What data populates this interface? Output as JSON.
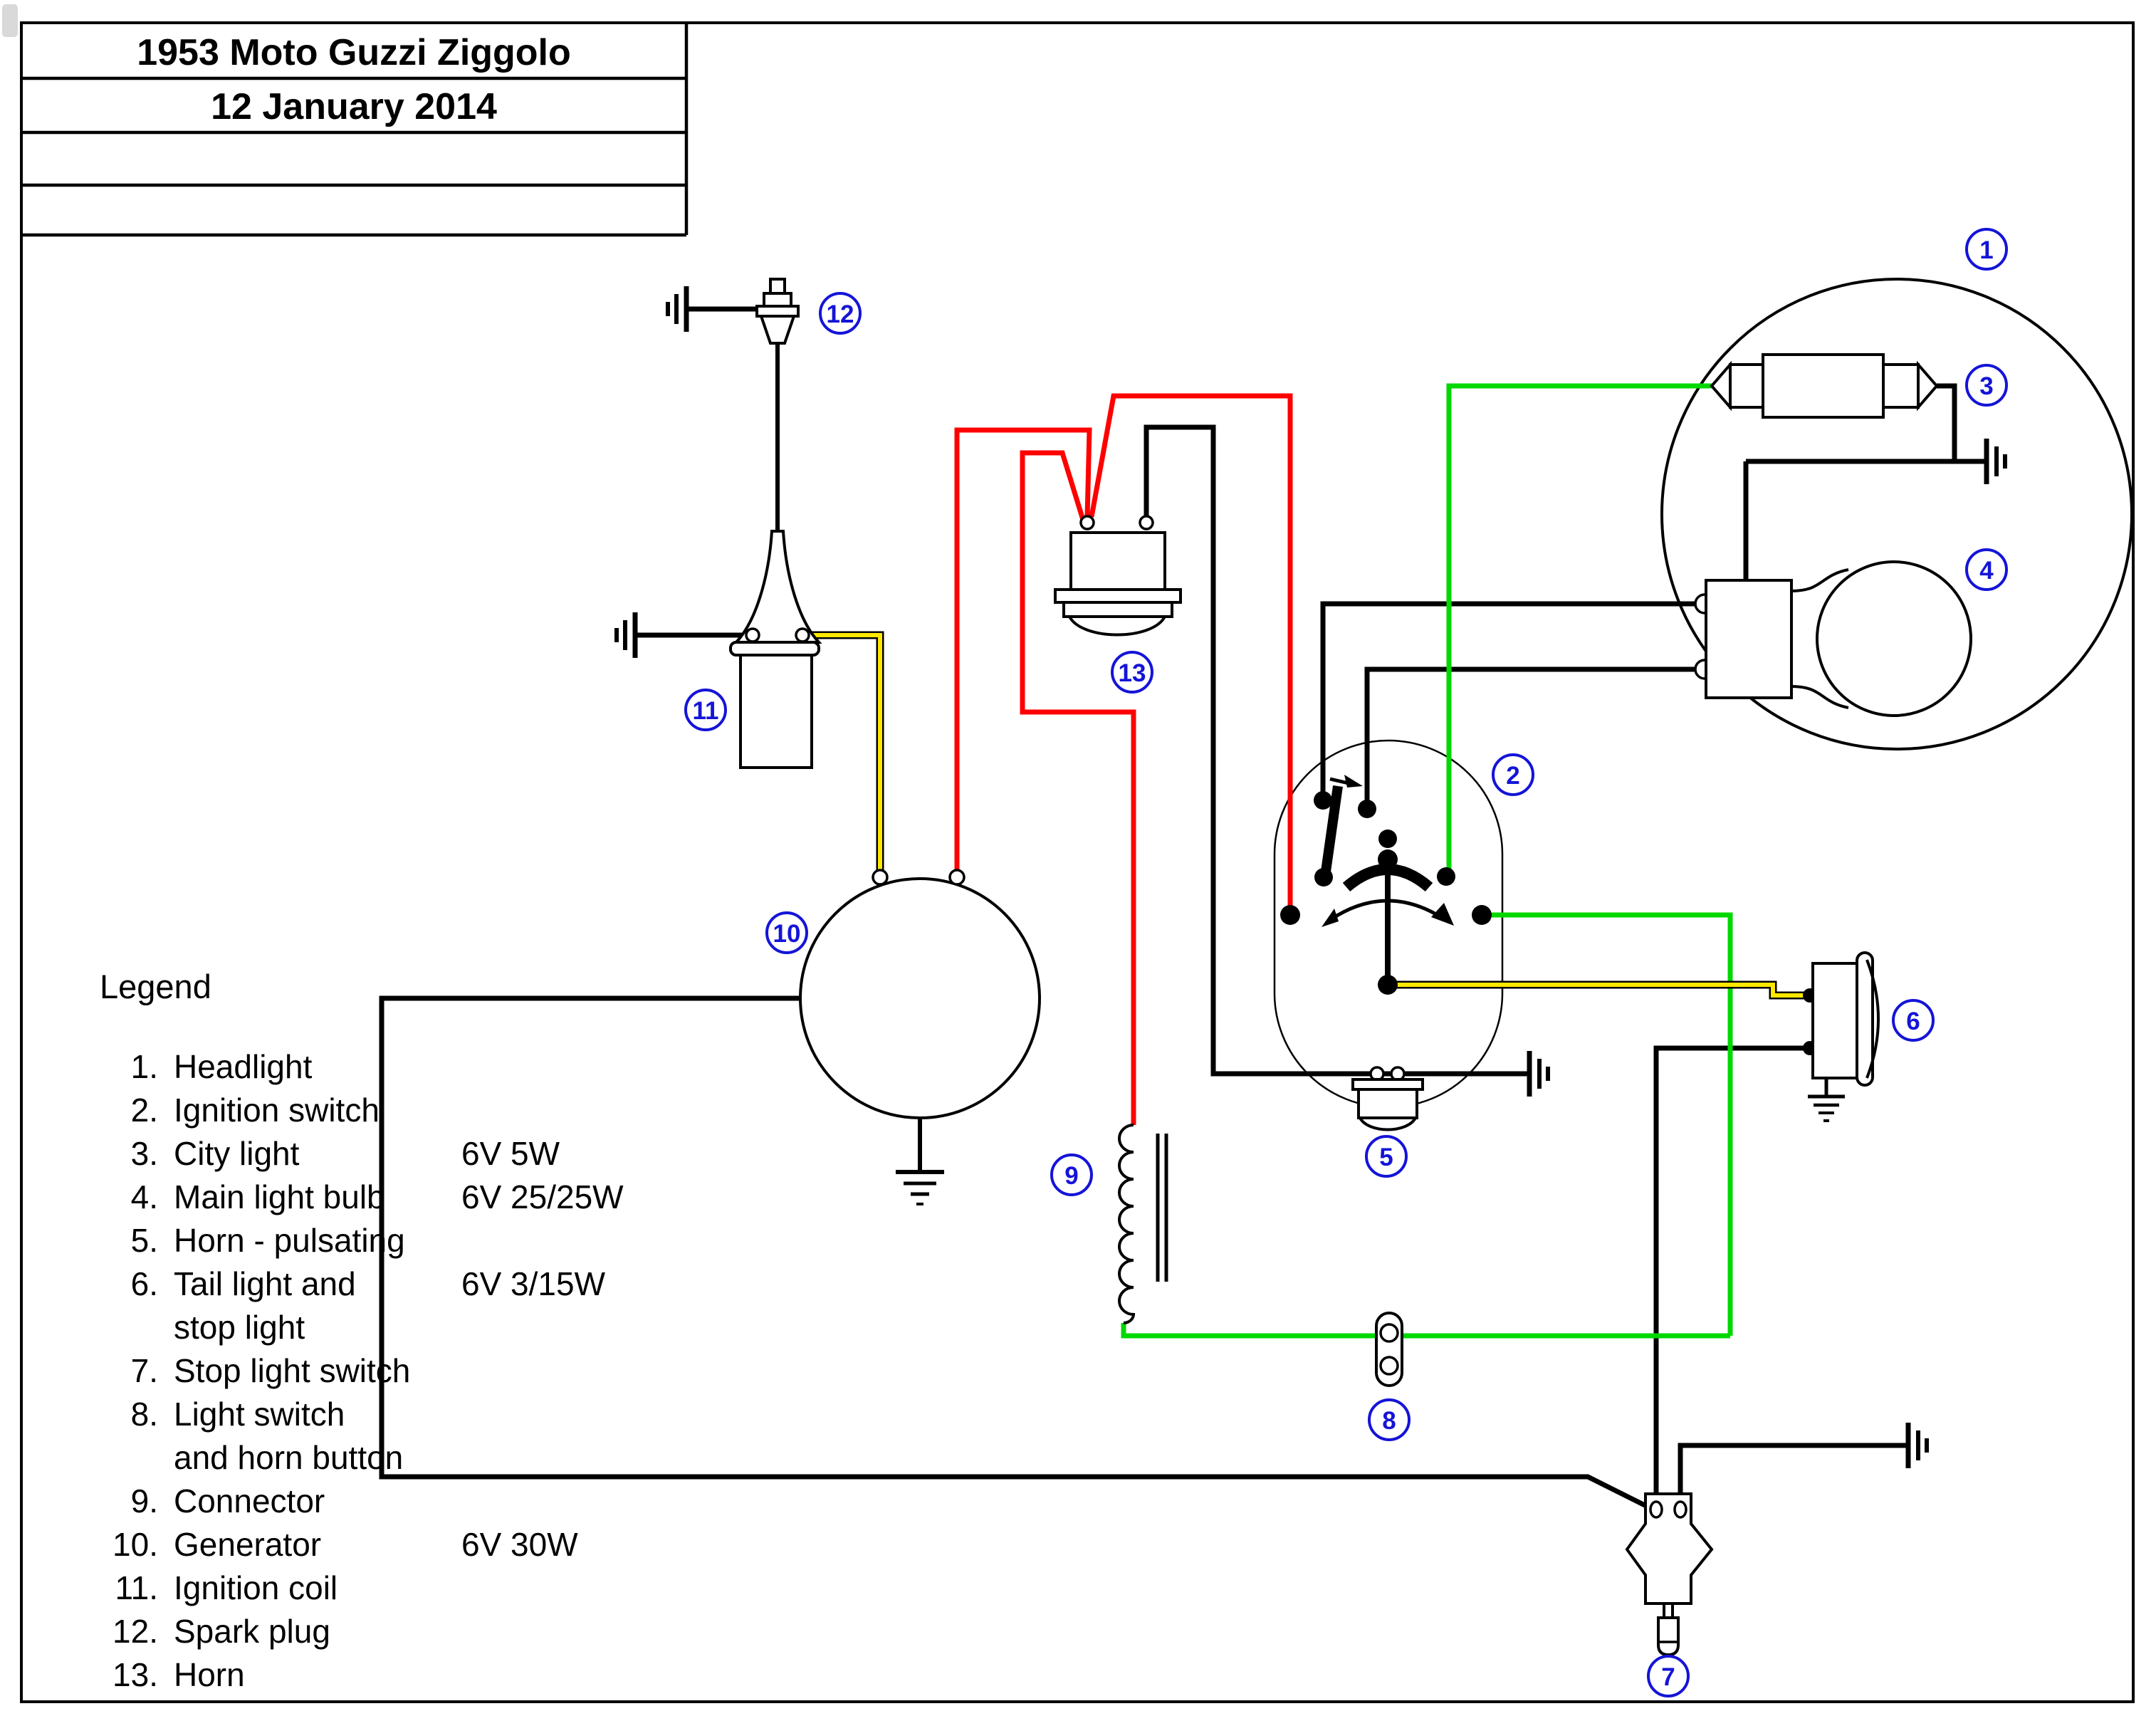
{
  "title_block": {
    "title": "1953 Moto Guzzi Ziggolo",
    "date": "12 January 2014"
  },
  "legend": {
    "heading": "Legend",
    "items": [
      {
        "num": "1.",
        "label": "Headlight"
      },
      {
        "num": "2.",
        "label": "Ignition switch"
      },
      {
        "num": "3.",
        "label": "City light",
        "rating": "6V 5W"
      },
      {
        "num": "4.",
        "label": "Main light bulb",
        "rating": "6V 25/25W"
      },
      {
        "num": "5.",
        "label": "Horn - pulsating"
      },
      {
        "num": "6.",
        "label": "Tail light and",
        "rating": "6V 3/15W",
        "label2": "stop light"
      },
      {
        "num": "7.",
        "label": "Stop light switch"
      },
      {
        "num": "8.",
        "label": "Light switch",
        "label2": "and horn button"
      },
      {
        "num": "9.",
        "label": "Connector"
      },
      {
        "num": "10.",
        "label": "Generator",
        "rating": "6V 30W"
      },
      {
        "num": "11.",
        "label": "Ignition coil"
      },
      {
        "num": "12.",
        "label": "Spark plug"
      },
      {
        "num": "13.",
        "label": "Horn"
      }
    ]
  },
  "badges": {
    "n1": "1",
    "n2": "2",
    "n3": "3",
    "n4": "4",
    "n5": "5",
    "n6": "6",
    "n7": "7",
    "n8": "8",
    "n9": "9",
    "n10": "10",
    "n11": "11",
    "n12": "12",
    "n13": "13"
  },
  "colors": {
    "wire_black": "#000000",
    "wire_red": "#ff0000",
    "wire_green": "#00d800",
    "wire_yellow": "#ffe800",
    "badge_blue": "#1414d8"
  }
}
